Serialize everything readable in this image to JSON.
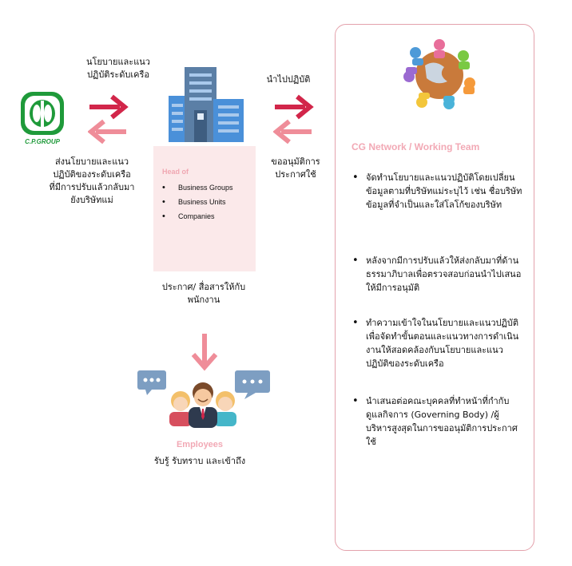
{
  "logo": {
    "text": "C.P.GROUP",
    "color": "#1f9a3a"
  },
  "left_top_text": [
    "นโยบายและแนว",
    "ปฏิบัติระดับเครือ"
  ],
  "left_bottom_text": [
    "ส่งนโยบายและแนว",
    "ปฏิบัติของระดับเครือ",
    "ที่มีการปรับแล้วกลับมา",
    "ยังบริษัทแม่"
  ],
  "right_top_text": "นำไปปฏิบัติ",
  "right_bottom_text": [
    "ขออนุมัติการ",
    "ประกาศใช้"
  ],
  "head_box": {
    "title": "Head of",
    "items": [
      "Business Groups",
      "Business Units",
      "Companies"
    ]
  },
  "announce_text": [
    "ประกาศ/ สื่อสารให้กับ",
    "พนักงาน"
  ],
  "employees": {
    "title": "Employees",
    "subtitle": "รับรู้ รับทราบ และเข้าถึง"
  },
  "panel": {
    "title": "CG Network / Working Team",
    "bullets": [
      "จัดทำนโยบายและแนวปฏิบัติโดยเปลี่ยนข้อมูลตามที่บริษัทแม่ระบุไว้ เช่น ชื่อบริษัท ข้อมูลที่จำเป็นและใส่โลโก้ของบริษัท",
      "หลังจากมีการปรับแล้วให้ส่งกลับมาที่ด้านธรรมาภิบาลเพื่อตรวจสอบก่อนนำไปเสนอให้มีการอนุมัติ",
      "ทำความเข้าใจในนโยบายและแนวปฏิบัติเพื่อจัดทำขั้นตอนและแนวทางการดำเนินงานให้สอดคล้องกับนโยบายและแนวปฏิบัติของระดับเครือ",
      "นำเสนอต่อคณะบุคคลที่ทำหน้าที่กำกับดูแลกิจการ  (Governing Body) /ผู้บริหารสูงสุดในการขออนุมัติการประกาศใช้"
    ]
  },
  "colors": {
    "arrow_dark": "#d2264a",
    "arrow_light": "#ef8d99",
    "accent": "#f2a9b5",
    "panel_border": "#e4a2ac"
  }
}
